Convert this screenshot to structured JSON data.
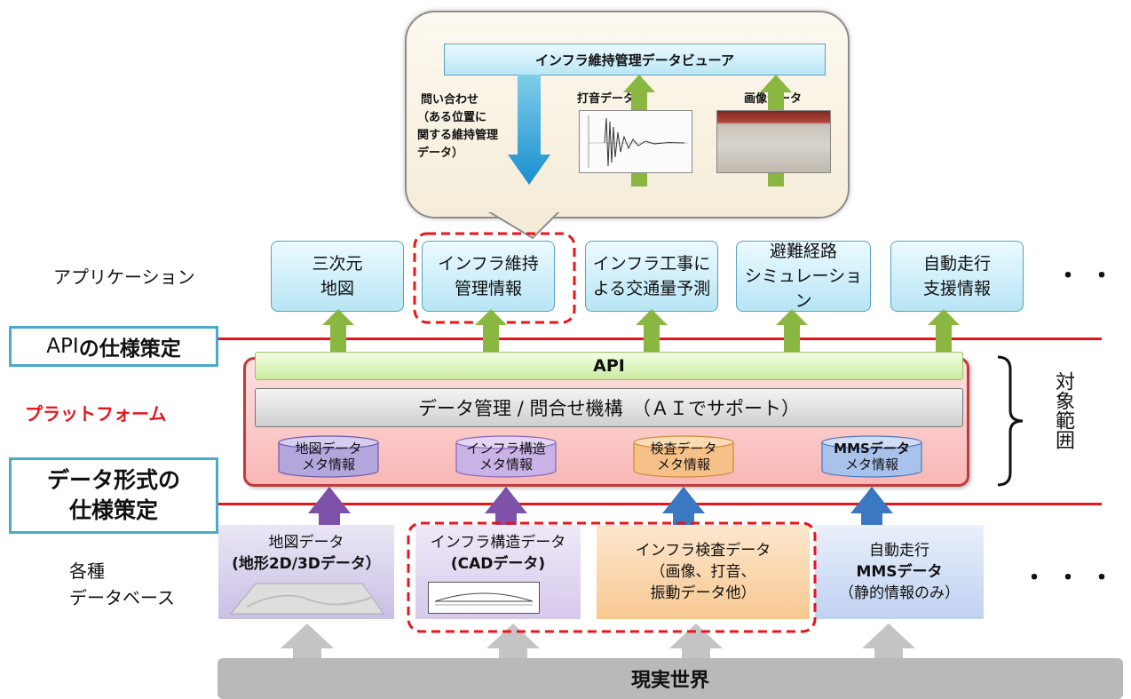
{
  "callout": {
    "viewer_title": "インフラ維持管理データビューア",
    "query_text": [
      "問い合わせ",
      "（ある位置に",
      "関する維持管理",
      "データ）"
    ],
    "impact_label": "打音データ",
    "image_label": "画像データ"
  },
  "applications": {
    "row_label": "アプリケーション",
    "boxes": [
      {
        "line1": "三次元",
        "line2": "地図"
      },
      {
        "line1": "インフラ維持",
        "line2": "管理情報"
      },
      {
        "line1": "インフラ工事に",
        "line2": "よる交通量予測"
      },
      {
        "line1": "避難経路",
        "line2": "シミュレーション"
      },
      {
        "line1": "自動走行",
        "line2": "支援情報"
      }
    ],
    "ellipsis": "・・・"
  },
  "api_spec": {
    "prefix": "API",
    "suffix": "の仕様策定"
  },
  "platform": {
    "label": "プラットフォーム",
    "api_bar": "API",
    "data_mgmt": "データ管理 / 問合せ機構　（ＡＩでサポート）",
    "metadata": [
      {
        "line1": "地図データ",
        "line2": "メタ情報",
        "color": "#b3a6dd"
      },
      {
        "line1": "インフラ構造",
        "line2": "メタ情報",
        "color": "#c9b2e6"
      },
      {
        "line1": "検査データ",
        "line2": "メタ情報",
        "color": "#f6c188"
      },
      {
        "line1": "MMSデータ",
        "line2": "メタ情報",
        "color": "#a9c2ec"
      }
    ]
  },
  "data_format_spec": {
    "line1": "データ形式の",
    "line2": "仕様策定"
  },
  "databases": {
    "row_label": [
      "各種",
      "データベース"
    ],
    "items": [
      {
        "lines": [
          "地図データ",
          "(地形2D/3Dデータ）"
        ]
      },
      {
        "lines": [
          "インフラ構造データ",
          "(CADデータ)"
        ]
      },
      {
        "lines": [
          "インフラ検査データ",
          "（画像、打音、",
          "振動データ他）"
        ]
      },
      {
        "lines": [
          "自動走行",
          "MMSデータ",
          "（静的情報のみ）"
        ]
      }
    ],
    "ellipsis": "・・・・"
  },
  "scope": "対象範囲",
  "real_world": "現実世界",
  "colors": {
    "red_line": "#e8151b",
    "app_blue": "#b7e5f5",
    "green_arrow": "#8ab642",
    "purple_arrow": "#7d52a8",
    "blue_arrow": "#3a78c2",
    "query_arrow": "#2aa0d8"
  }
}
